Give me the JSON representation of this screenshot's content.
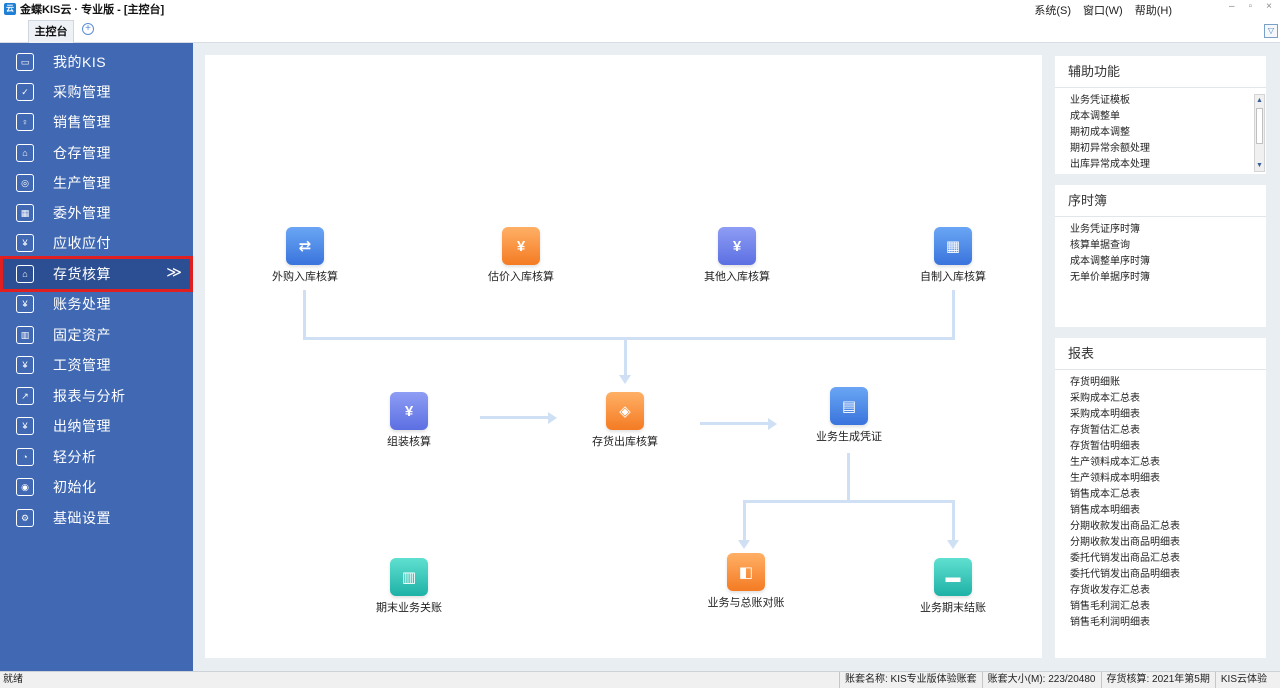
{
  "window": {
    "title": "金蝶KIS云 · 专业版 - [主控台]",
    "app_icon": "云"
  },
  "menu": [
    "系统(S)",
    "窗口(W)",
    "帮助(H)"
  ],
  "window_buttons": {
    "minimize": "–",
    "restore": "▫",
    "close": "×"
  },
  "tabs": [
    {
      "label": "主控台"
    }
  ],
  "tab_add": "+",
  "tab_dropdown": "▽",
  "sidebar": {
    "items": [
      {
        "label": "我的KIS",
        "icon": "monitor-icon",
        "glyph": "▭"
      },
      {
        "label": "采购管理",
        "icon": "purchase-icon",
        "glyph": "✓"
      },
      {
        "label": "销售管理",
        "icon": "users-icon",
        "glyph": "♀"
      },
      {
        "label": "仓存管理",
        "icon": "warehouse-icon",
        "glyph": "⌂"
      },
      {
        "label": "生产管理",
        "icon": "production-icon",
        "glyph": "◎"
      },
      {
        "label": "委外管理",
        "icon": "outsourcing-icon",
        "glyph": "▦"
      },
      {
        "label": "应收应付",
        "icon": "receivable-icon",
        "glyph": "¥"
      },
      {
        "label": "存货核算",
        "icon": "inventory-calc-icon",
        "glyph": "⌂",
        "active": true
      },
      {
        "label": "账务处理",
        "icon": "ledger-icon",
        "glyph": "¥"
      },
      {
        "label": "固定资产",
        "icon": "fixed-asset-icon",
        "glyph": "▥"
      },
      {
        "label": "工资管理",
        "icon": "salary-icon",
        "glyph": "¥"
      },
      {
        "label": "报表与分析",
        "icon": "chart-icon",
        "glyph": "↗"
      },
      {
        "label": "出纳管理",
        "icon": "cashier-icon",
        "glyph": "¥"
      },
      {
        "label": "轻分析",
        "icon": "analysis-icon",
        "glyph": "◔"
      },
      {
        "label": "初始化",
        "icon": "init-icon",
        "glyph": "◉"
      },
      {
        "label": "基础设置",
        "icon": "settings-icon",
        "glyph": "⚙"
      }
    ],
    "active_chevron": "≫"
  },
  "flow": {
    "nodes": [
      {
        "id": "purchase-in",
        "label": "外购入库核算",
        "color": "blue",
        "glyph": "⇄"
      },
      {
        "id": "estimate-in",
        "label": "估价入库核算",
        "color": "orange",
        "glyph": "¥"
      },
      {
        "id": "other-in",
        "label": "其他入库核算",
        "color": "purple",
        "glyph": "¥"
      },
      {
        "id": "selfmade-in",
        "label": "自制入库核算",
        "color": "blue",
        "glyph": "▦"
      },
      {
        "id": "assembly",
        "label": "组装核算",
        "color": "purple",
        "glyph": "¥"
      },
      {
        "id": "stock-out",
        "label": "存货出库核算",
        "color": "orange",
        "glyph": "◈"
      },
      {
        "id": "voucher",
        "label": "业务生成凭证",
        "color": "blue",
        "glyph": "▤"
      },
      {
        "id": "period-close",
        "label": "期末业务关账",
        "color": "teal",
        "glyph": "▥"
      },
      {
        "id": "gl-reconcile",
        "label": "业务与总账对账",
        "color": "orange",
        "glyph": "◧"
      },
      {
        "id": "period-end",
        "label": "业务期末结账",
        "color": "teal",
        "glyph": "▬"
      }
    ]
  },
  "panels": {
    "aux": {
      "title": "辅助功能",
      "items": [
        "业务凭证模板",
        "成本调整单",
        "期初成本调整",
        "期初异常余额处理",
        "出库异常成本处理"
      ]
    },
    "journal": {
      "title": "序时簿",
      "items": [
        "业务凭证序时簿",
        "核算单据查询",
        "成本调整单序时簿",
        "无单价单据序时簿"
      ]
    },
    "reports": {
      "title": "报表",
      "items": [
        "存货明细账",
        "采购成本汇总表",
        "采购成本明细表",
        "存货暂估汇总表",
        "存货暂估明细表",
        "生产领料成本汇总表",
        "生产领料成本明细表",
        "销售成本汇总表",
        "销售成本明细表",
        "分期收款发出商品汇总表",
        "分期收款发出商品明细表",
        "委托代销发出商品汇总表",
        "委托代销发出商品明细表",
        "存货收发存汇总表",
        "销售毛利润汇总表",
        "销售毛利润明细表"
      ]
    }
  },
  "scrollbar": {
    "up": "▲",
    "down": "▼"
  },
  "statusbar": {
    "left": "就绪",
    "account_name": "账套名称: KIS专业版体验账套",
    "account_size": "账套大小(M): 223/20480",
    "inventory_period": "存货核算: 2021年第5期",
    "edition": "KIS云体验"
  }
}
